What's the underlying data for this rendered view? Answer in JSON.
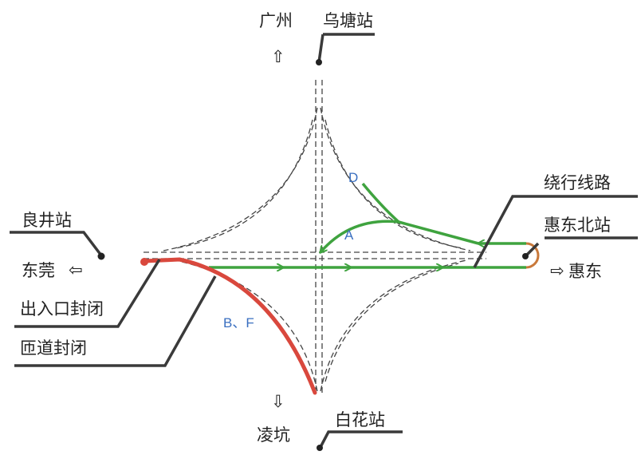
{
  "labels": {
    "guangzhou": "广州",
    "wutang": "乌塘站",
    "liangjing": "良井站",
    "dongguan": "东莞",
    "exit_closed": "出入口封闭",
    "ramp_closed": "匝道封闭",
    "detour": "绕行线路",
    "huidong_north": "惠东北站",
    "huidong": "惠东",
    "lingkeng": "凌坑",
    "baihua": "白花站"
  },
  "arrows": {
    "up": "⇧",
    "left": "⇦",
    "right": "⇨",
    "down": "⇩"
  },
  "ramps": {
    "d": "D",
    "a": "A",
    "bf": "B、F"
  },
  "colors": {
    "detour": "#3fa33f",
    "closed": "#d9483d",
    "ramp_label": "#3a6fc0"
  }
}
